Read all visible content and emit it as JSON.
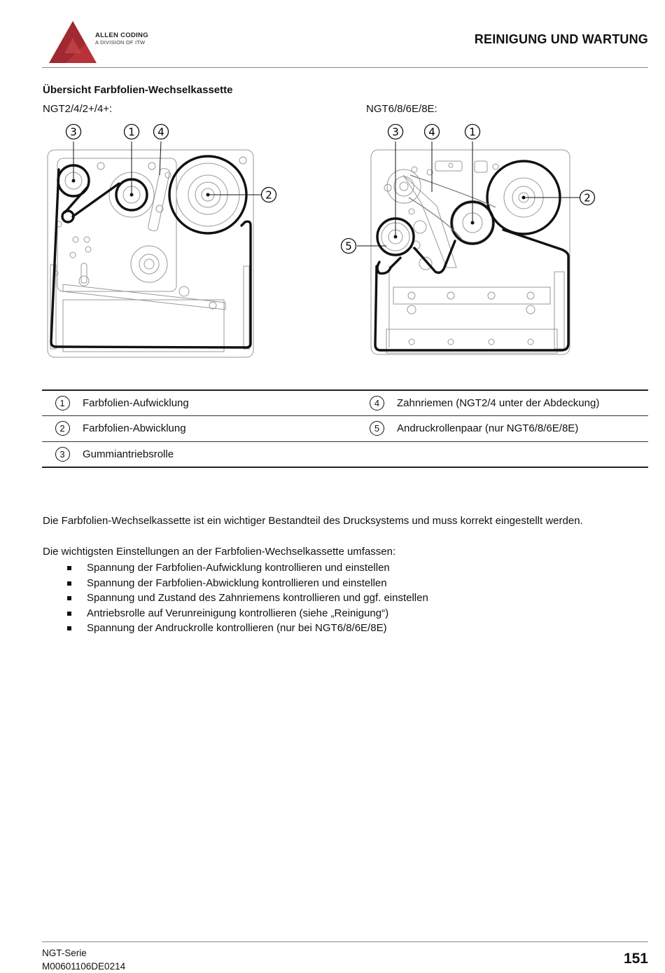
{
  "header": {
    "brand_name": "ALLEN CODING",
    "brand_sub": "A DIVISION OF ITW",
    "chapter": "REINIGUNG UND WARTUNG",
    "brand_color": "#b8323a"
  },
  "section_title": "Übersicht Farbfolien-Wechselkassette",
  "figures": {
    "left_label": "NGT2/4/2+/4+:",
    "right_label": "NGT6/8/6E/8E:",
    "left_callouts": [
      "3",
      "1",
      "4",
      "2"
    ],
    "right_callouts": [
      "3",
      "4",
      "1",
      "2",
      "5"
    ]
  },
  "legend": [
    {
      "num": "1",
      "text": "Farbfolien-Aufwicklung",
      "num2": "4",
      "text2": "Zahnriemen (NGT2/4 unter der Abdeckung)"
    },
    {
      "num": "2",
      "text": "Farbfolien-Abwicklung",
      "num2": "5",
      "text2": "Andruckrollenpaar (nur NGT6/8/6E/8E)"
    },
    {
      "num": "3",
      "text": "Gummiantriebsrolle",
      "num2": "",
      "text2": ""
    }
  ],
  "body": {
    "p1": "Die Farbfolien-Wechselkassette ist ein wichtiger Bestandteil des Drucksystems und muss korrekt eingestellt werden.",
    "p2": "Die wichtigsten Einstellungen an der Farbfolien-Wechselkassette umfassen:",
    "bullets": [
      "Spannung der Farbfolien-Aufwicklung kontrollieren und einstellen",
      "Spannung der Farbfolien-Abwicklung kontrollieren und einstellen",
      "Spannung und Zustand des Zahnriemens kontrollieren und ggf. einstellen",
      "Antriebsrolle auf Verunreinigung kontrollieren (siehe „Reinigung“)",
      "Spannung der Andruckrolle kontrollieren (nur bei NGT6/8/6E/8E)"
    ]
  },
  "footer": {
    "series": "NGT-Serie",
    "doc_number": "M00601106DE0214",
    "page": "151"
  }
}
